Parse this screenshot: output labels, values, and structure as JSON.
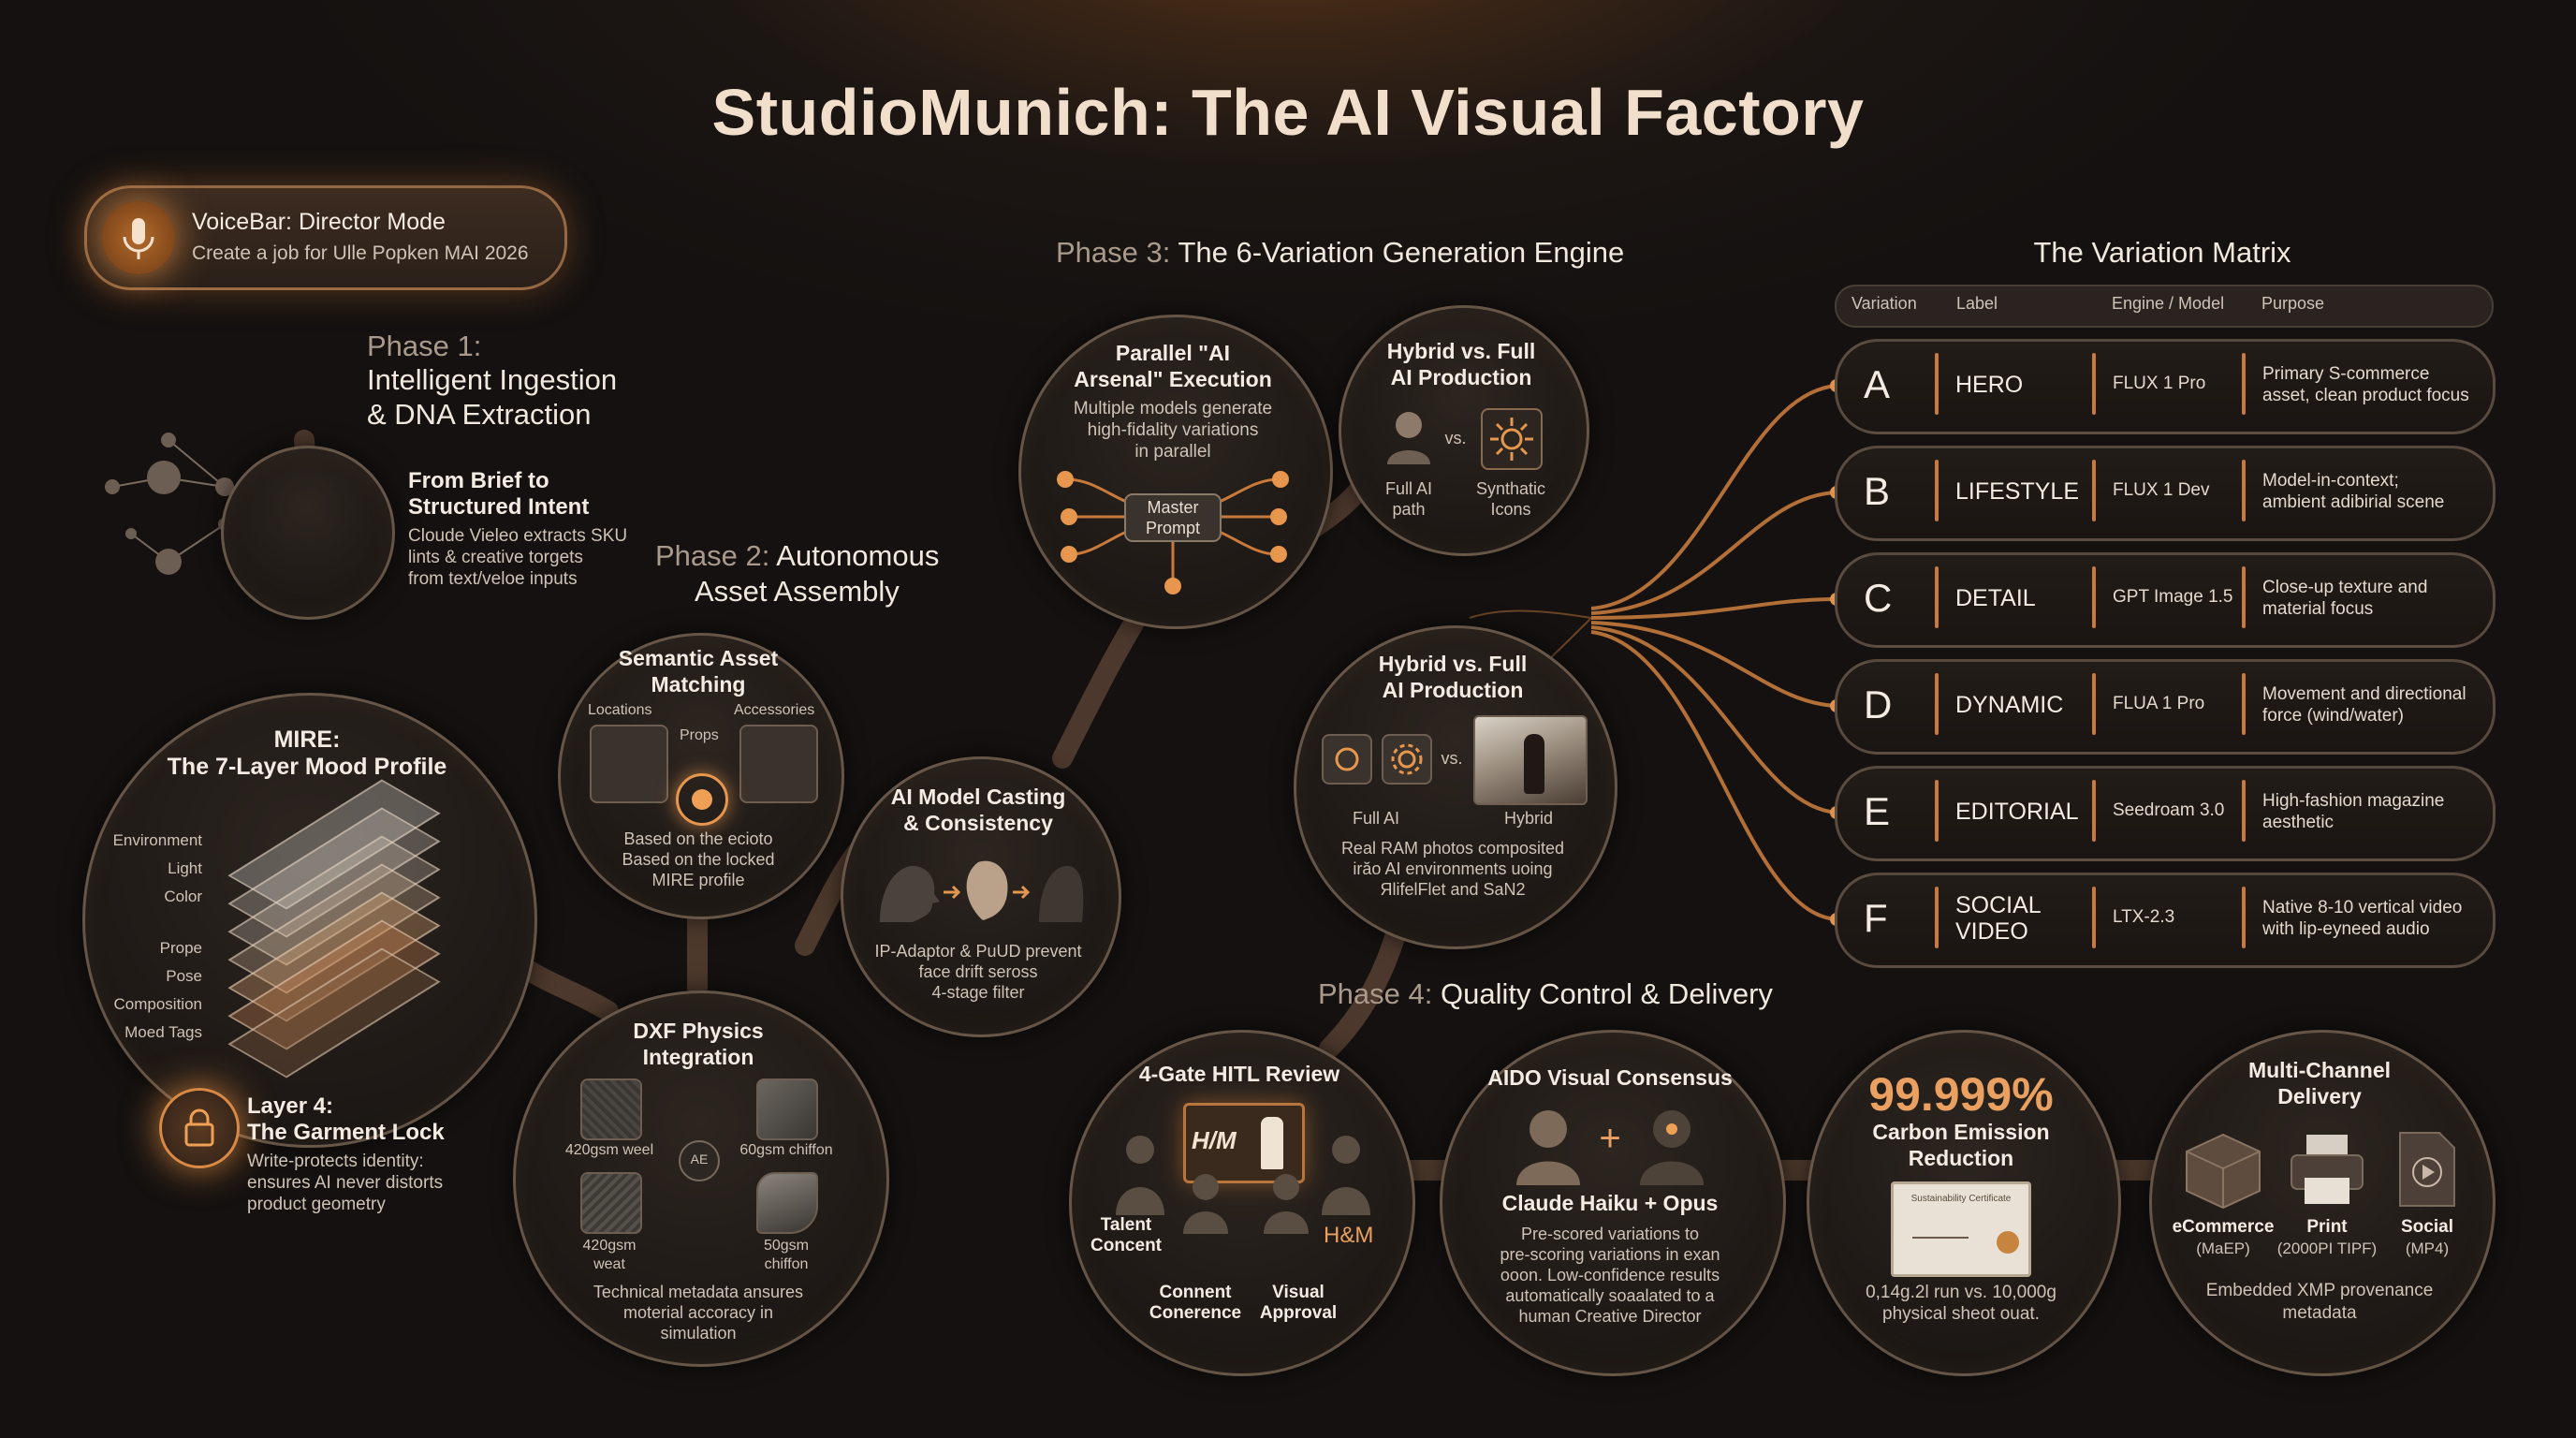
{
  "title": "StudioMunich: The AI Visual Factory",
  "voicebar": {
    "title": "VoiceBar: Director Mode",
    "subtitle": "Create a job for Ulle Popken MAI 2026",
    "icon": "microphone-icon"
  },
  "phase1": {
    "label": "Phase 1:",
    "name_line1": "Intelligent Ingestion",
    "name_line2": "& DNA Extraction",
    "node_title_1": "From Brief to",
    "node_title_2": "Structured Intent",
    "node_desc_1": "Cloude Vieleo extracts SKU",
    "node_desc_2": "lints & creative torgets",
    "node_desc_3": "from text/veloe inputs"
  },
  "mire": {
    "title_1": "MIRE:",
    "title_2": "The 7-Layer Mood Profile",
    "layers": [
      "Environment",
      "Light",
      "Color",
      "Prope",
      "Pose",
      "Composition",
      "Moed Tags"
    ]
  },
  "lock": {
    "title_1": "Layer 4:",
    "title_2": "The Garment Lock",
    "desc_1": "Write-protects identity:",
    "desc_2": "ensures AI never distorts",
    "desc_3": "product geometry",
    "icon": "padlock-icon"
  },
  "phase2": {
    "label": "Phase 2:",
    "name_line1": "Autonomous",
    "name_line2": "Asset Assembly"
  },
  "semantic": {
    "title_1": "Semantic Asset",
    "title_2": "Matching",
    "locations": "Locations",
    "props": "Props",
    "accessories": "Accessories",
    "desc_1": "Based on the ecioto",
    "desc_2": "Based on the locked",
    "desc_3": "MIRE profile"
  },
  "casting": {
    "title_1": "AI Model Casting",
    "title_2": "& Consistency",
    "desc_1": "IP-Adaptor & PuUD prevent",
    "desc_2": "face drift seross",
    "desc_3": "4-stage filter"
  },
  "dxf": {
    "title_1": "DXF Physics",
    "title_2": "Integration",
    "hub": "AE",
    "tl": "420gsm weel",
    "tr": "60gsm chiffon",
    "bl_1": "420gsm",
    "bl_2": "weat",
    "br_1": "50gsm",
    "br_2": "chiffon",
    "desc_1": "Technical metadata ansures",
    "desc_2": "moterial accoracy in",
    "desc_3": "simulation"
  },
  "phase3": {
    "label": "Phase 3:",
    "name": "The 6-Variation Generation Engine"
  },
  "parallel": {
    "title_1": "Parallel \"AI",
    "title_2": "Arsenal\" Execution",
    "desc_1": "Multiple models generate",
    "desc_2": "high-fidality variations",
    "desc_3": "in parallel",
    "master_1": "Master",
    "master_2": "Prompt"
  },
  "hybrid_top": {
    "title_1": "Hybrid vs. Full",
    "title_2": "AI Production",
    "vs": "vs.",
    "left_1": "Full AI",
    "left_2": "path",
    "right_1": "Synthatic",
    "right_2": "Icons"
  },
  "hybrid_mid": {
    "title_1": "Hybrid vs. Full",
    "title_2": "AI Production",
    "vs": "vs.",
    "left": "Full AI",
    "right": "Hybrid",
    "desc_1": "Real RAM photos composited",
    "desc_2": "irăo AI environments uoing",
    "desc_3": "ЯlifelFlet and SaN2"
  },
  "matrix": {
    "title": "The Variation Matrix",
    "headers": [
      "Variation",
      "Label",
      "Engine / Model",
      "Purpose"
    ],
    "rows": [
      {
        "letter": "A",
        "label_1": "HERO",
        "label_2": "",
        "engine": "FLUX 1 Pro",
        "purpose_1": "Primary S-commerce",
        "purpose_2": "asset, clean product focus"
      },
      {
        "letter": "B",
        "label_1": "LIFESTYLE",
        "label_2": "",
        "engine": "FLUX 1 Dev",
        "purpose_1": "Model-in-context;",
        "purpose_2": "ambient adibirial scene"
      },
      {
        "letter": "C",
        "label_1": "DETAIL",
        "label_2": "",
        "engine": "GPT Image 1.5",
        "purpose_1": "Close-up texture and",
        "purpose_2": "material focus"
      },
      {
        "letter": "D",
        "label_1": "DYNAMIC",
        "label_2": "",
        "engine": "FLUA 1 Pro",
        "purpose_1": "Movement and directional",
        "purpose_2": "force (wind/water)"
      },
      {
        "letter": "E",
        "label_1": "EDITORIAL",
        "label_2": "",
        "engine": "Seedroam 3.0",
        "purpose_1": "High-fashion magazine",
        "purpose_2": "aesthetic"
      },
      {
        "letter": "F",
        "label_1": "SOCIAL",
        "label_2": "VIDEO",
        "engine": "LTX-2.3",
        "purpose_1": "Native 8-10 vertical video",
        "purpose_2": "with lip-eyneed audio"
      }
    ]
  },
  "phase4": {
    "label": "Phase 4:",
    "name": "Quality Control & Delivery"
  },
  "hitl": {
    "title": "4-Gate HITL Review",
    "screen": "H/M",
    "talent_1": "Talent",
    "talent_2": "Concent",
    "connent_1": "Connent",
    "connent_2": "Conerence",
    "visual_1": "Visual",
    "visual_2": "Approval",
    "brand": "H&M"
  },
  "consensus": {
    "title": "AIDO Visual Consensus",
    "plus": "+",
    "subtitle": "Claude Haiku + Opus",
    "desc_1": "Pre-scored variations to",
    "desc_2": "pre-scoring variations in exan",
    "desc_3": "ooon. Low-confidence results",
    "desc_4": "automatically soaalated to a",
    "desc_5": "human Creative Director"
  },
  "carbon": {
    "value": "99.999%",
    "title_1": "Carbon Emission",
    "title_2": "Reduction",
    "cert": "Sustainability Certificate",
    "desc_1": "0,14g.2l run vs. 10,000g",
    "desc_2": "physical sheot ouat."
  },
  "delivery": {
    "title_1": "Multi-Channel",
    "title_2": "Delivery",
    "ch1_1": "eCommerce",
    "ch1_2": "(MaEP)",
    "ch2_1": "Print",
    "ch2_2": "(2000PI TIPF)",
    "ch3_1": "Social",
    "ch3_2": "(MP4)",
    "desc_1": "Embedded XMP provenance",
    "desc_2": "metadata"
  },
  "colors": {
    "accent": "#e9a060",
    "line": "#c97a3a",
    "background": "#171311"
  }
}
